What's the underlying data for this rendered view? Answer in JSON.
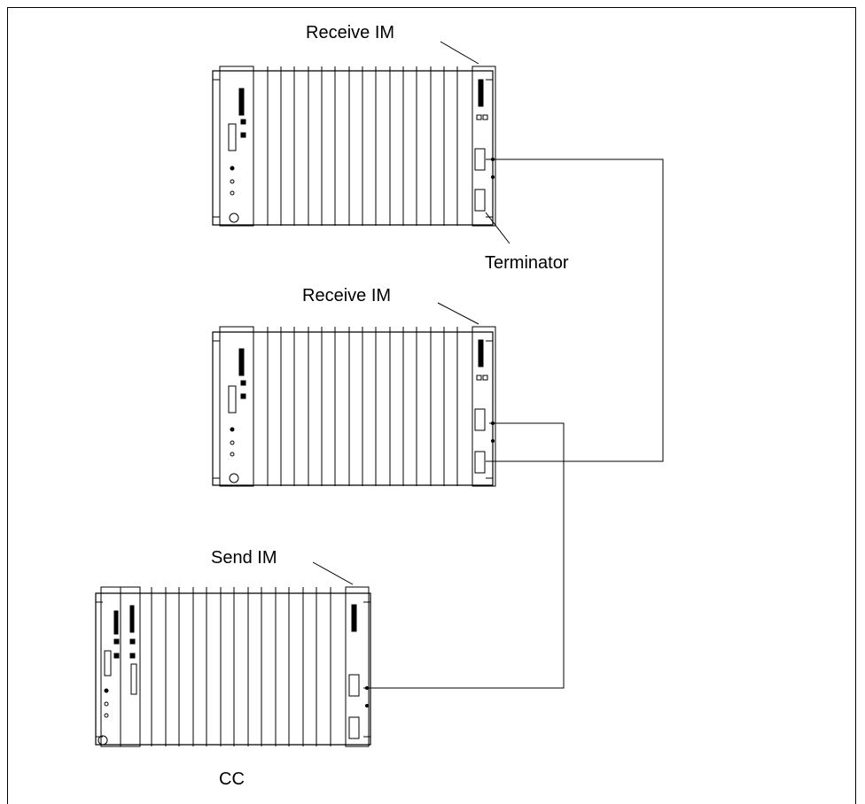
{
  "labels": {
    "receive_im_top": "Receive IM",
    "terminator": "Terminator",
    "receive_im_middle": "Receive IM",
    "send_im": "Send IM",
    "cc": "CC"
  },
  "colors": {
    "line": "#000000",
    "background": "#ffffff"
  }
}
